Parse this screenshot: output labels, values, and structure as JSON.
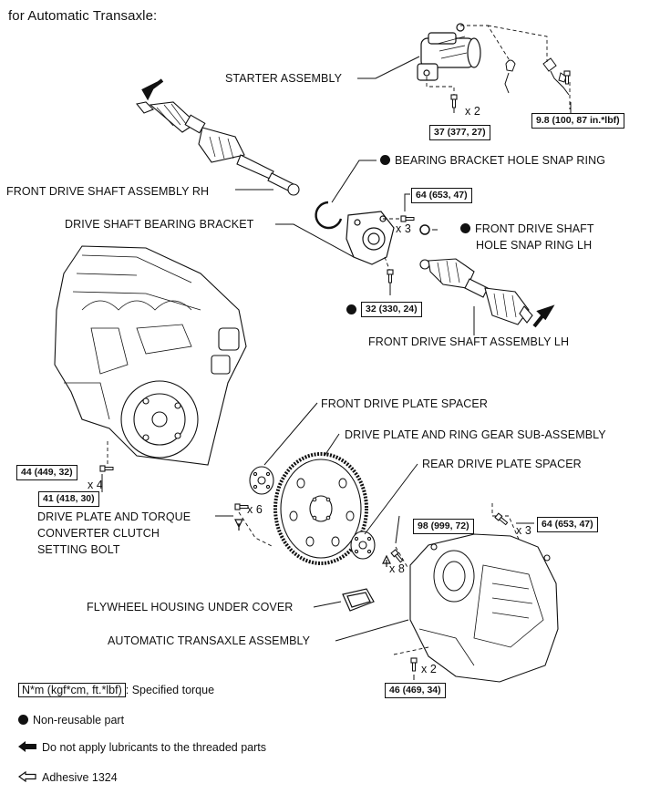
{
  "heading": "for Automatic Transaxle:",
  "labels": {
    "starter": "STARTER ASSEMBLY",
    "shaft_rh": "FRONT DRIVE SHAFT ASSEMBLY RH",
    "bearing_snap": "BEARING BRACKET HOLE SNAP RING",
    "bearing_bracket": "DRIVE SHAFT BEARING BRACKET",
    "hole_snap_lh_1": "FRONT DRIVE SHAFT",
    "hole_snap_lh_2": "HOLE SNAP RING LH",
    "shaft_lh": "FRONT DRIVE SHAFT ASSEMBLY LH",
    "front_spacer": "FRONT DRIVE PLATE SPACER",
    "ring_gear": "DRIVE PLATE AND RING GEAR SUB-ASSEMBLY",
    "rear_spacer": "REAR DRIVE PLATE SPACER",
    "setting_bolt_1": "DRIVE PLATE AND TORQUE",
    "setting_bolt_2": "CONVERTER CLUTCH",
    "setting_bolt_3": "SETTING BOLT",
    "flywheel_cover": "FLYWHEEL HOUSING UNDER COVER",
    "transaxle": "AUTOMATIC TRANSAXLE ASSEMBLY"
  },
  "torques": {
    "t_9_8": "9.8 (100, 87 in.*lbf)",
    "t_37": "37 (377, 27)",
    "t_64_a": "64 (653, 47)",
    "t_32": "32 (330, 24)",
    "t_44": "44 (449, 32)",
    "t_41": "41 (418, 30)",
    "t_98": "98 (999, 72)",
    "t_64_b": "64 (653, 47)",
    "t_46": "46 (469, 34)"
  },
  "quantities": {
    "q_starter": "x 2",
    "q_bracket": "x 3",
    "q_engine": "x 4",
    "q_setting": "x 6",
    "q_rear": "x 8",
    "q_trans_top": "x 3",
    "q_trans_bottom": "x 2"
  },
  "legend": {
    "torque_unit": "N*m (kgf*cm, ft.*lbf)",
    "torque_text": ": Specified torque",
    "non_reusable": "Non-reusable part",
    "no_lubricant": "Do not apply lubricants to the threaded parts",
    "adhesive": "Adhesive 1324"
  }
}
